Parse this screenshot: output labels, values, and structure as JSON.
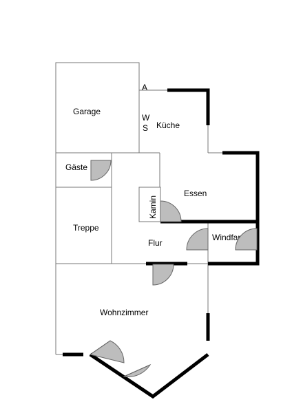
{
  "rooms": {
    "garage": "Garage",
    "kueche": "Küche",
    "gaeste": "Gäste",
    "essen": "Essen",
    "kamin": "Kamin",
    "treppe": "Treppe",
    "flur": "Flur",
    "windfang": "Windfang",
    "wohnzimmer": "Wohnzimmer"
  },
  "marks": {
    "a": "A",
    "w": "W",
    "s": "S"
  }
}
